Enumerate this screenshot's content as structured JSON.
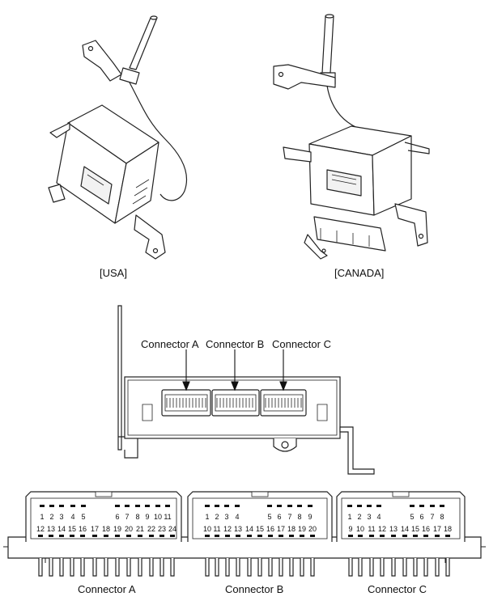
{
  "captions": {
    "usa": "[USA]",
    "canada": "[CANADA]"
  },
  "callouts": {
    "a": "Connector A",
    "b": "Connector B",
    "c": "Connector C"
  },
  "pinout": {
    "a": {
      "label": "Connector A",
      "top": [
        "1",
        "2",
        "3",
        "4",
        "5",
        "6",
        "7",
        "8",
        "9",
        "10",
        "11"
      ],
      "bottom": [
        "12",
        "13",
        "14",
        "15",
        "16",
        "17",
        "18",
        "19",
        "20",
        "21",
        "22",
        "23",
        "24"
      ]
    },
    "b": {
      "label": "Connector B",
      "top": [
        "1",
        "2",
        "3",
        "4",
        "5",
        "6",
        "7",
        "8",
        "9"
      ],
      "bottom": [
        "10",
        "11",
        "12",
        "13",
        "14",
        "15",
        "16",
        "17",
        "18",
        "19",
        "20"
      ]
    },
    "c": {
      "label": "Connector C",
      "top": [
        "1",
        "2",
        "3",
        "4",
        "5",
        "6",
        "7",
        "8"
      ],
      "bottom": [
        "9",
        "10",
        "11",
        "12",
        "13",
        "14",
        "15",
        "16",
        "17",
        "18"
      ]
    }
  }
}
